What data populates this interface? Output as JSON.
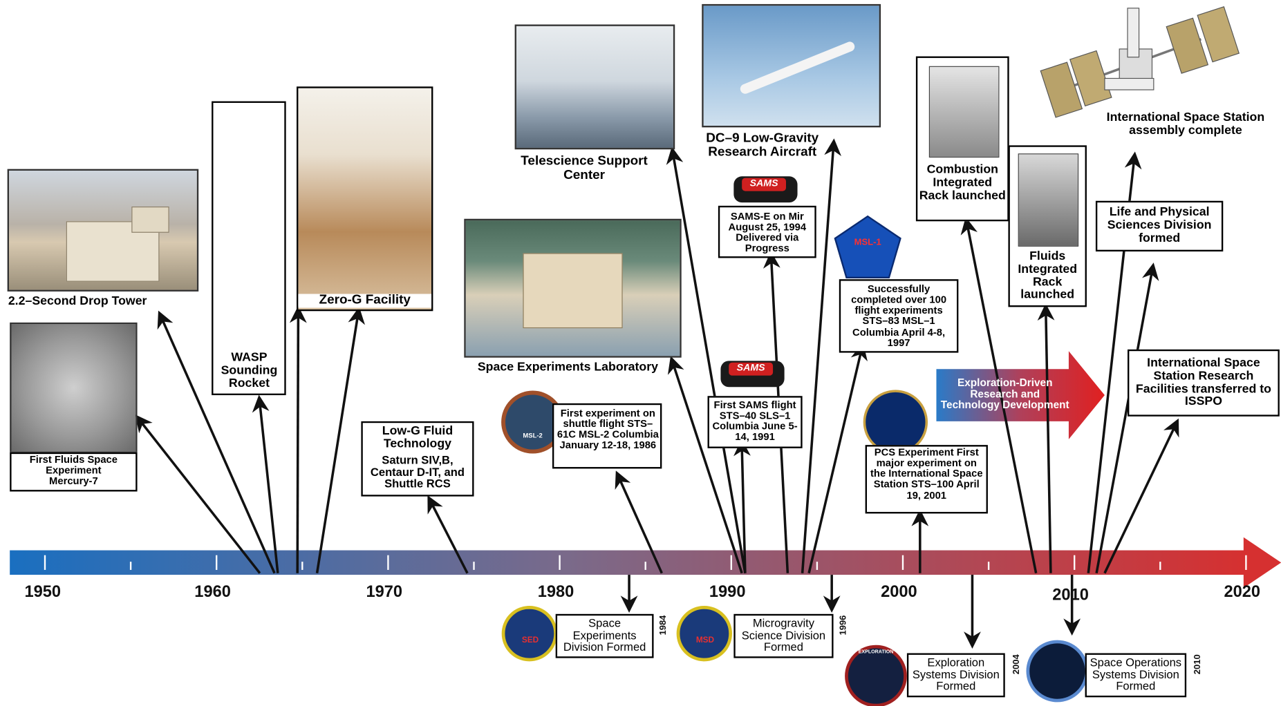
{
  "timeline": {
    "year_labels": [
      "1950",
      "1960",
      "1970",
      "1980",
      "1990",
      "2000",
      "2010",
      "2020"
    ],
    "banner": "Exploration-Driven Research and Technology Development"
  },
  "milestones": {
    "drop_tower": "2.2–Second Drop Tower",
    "first_fluids": "First Fluids Space Experiment Mercury-7",
    "wasp": "WASP Sounding Rocket",
    "zero_g": "Zero-G Facility",
    "low_g": "Low-G Fluid Technology",
    "low_g_detail": "Saturn SIV,B, Centaur D-IT, and Shuttle RCS",
    "telescience": "Telescience Support Center",
    "space_exp_lab": "Space Experiments Laboratory",
    "shuttle_first": "First experiment on shuttle flight STS–61C MSL-2 Columbia January 12-18, 1986",
    "dc9": "DC–9 Low-Gravity Research Aircraft",
    "sams_e": "SAMS-E on Mir August 25, 1994 Delivered via Progress",
    "first_sams": "First SAMS flight STS–40 SLS–1 Columbia June 5-14, 1991",
    "msl1": "Successfully completed over 100 flight experiments STS–83 MSL–1 Columbia April 4-8, 1997",
    "pcs": "PCS Experiment First major experiment on the International Space Station STS–100 April 19, 2001",
    "cir": "Combustion Integrated Rack launched",
    "fir": "Fluids Integrated Rack launched",
    "iss_complete": "International Space Station assembly complete",
    "lpsd": "Life and Physical Sciences Division formed",
    "isspo": "International Space Station Research Facilities transferred to ISSPO"
  },
  "divisions": [
    {
      "name": "Space Experiments Division Formed",
      "year": "1984",
      "badge": "SED"
    },
    {
      "name": "Microgravity Science Division Formed",
      "year": "1996",
      "badge": "MSD"
    },
    {
      "name": "Exploration Systems Division Formed",
      "year": "2004",
      "badge": "EXPLORATION"
    },
    {
      "name": "Space Operations Systems Division Formed",
      "year": "2010",
      "badge": ""
    }
  ],
  "badges": {
    "sams": "SAMS",
    "msl1": "MSL-1",
    "msl2": "MSL-2"
  },
  "colors": {
    "timeline_start": "#1a6fc0",
    "timeline_end": "#d63030",
    "banner_start": "#2a7bc8",
    "banner_end": "#e02020"
  }
}
